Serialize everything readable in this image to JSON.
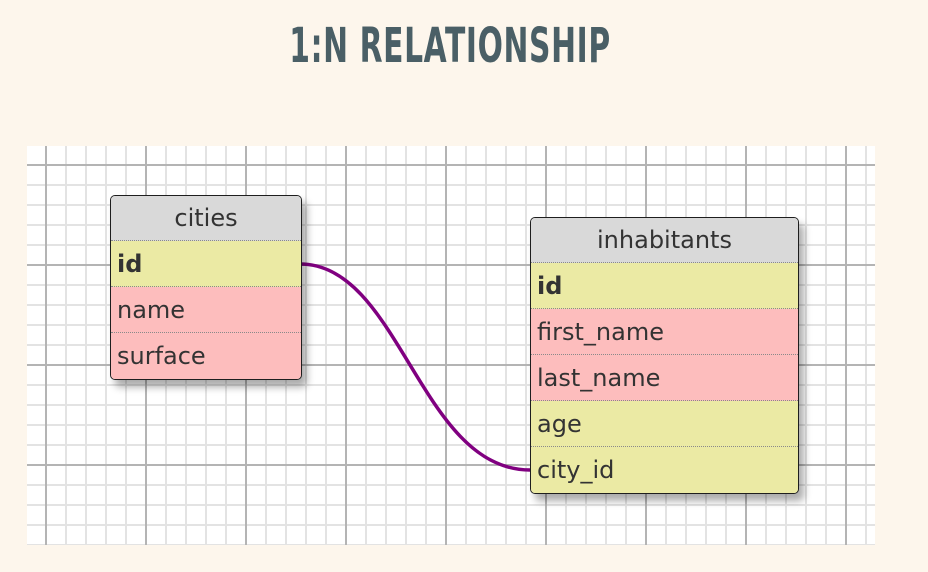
{
  "title": "1:N RELATIONSHIP",
  "colors": {
    "background": "#fdf6ec",
    "title": "#4a5f66",
    "relation_line": "#800080",
    "field_yellow": "#ebeaa4",
    "field_pink": "#fdbdbd",
    "table_header": "#d9d9d9"
  },
  "tables": [
    {
      "name": "cities",
      "fields": [
        {
          "name": "id",
          "primary_key": true,
          "color": "yellow"
        },
        {
          "name": "name",
          "primary_key": false,
          "color": "pink"
        },
        {
          "name": "surface",
          "primary_key": false,
          "color": "pink"
        }
      ]
    },
    {
      "name": "inhabitants",
      "fields": [
        {
          "name": "id",
          "primary_key": true,
          "color": "yellow"
        },
        {
          "name": "first_name",
          "primary_key": false,
          "color": "pink"
        },
        {
          "name": "last_name",
          "primary_key": false,
          "color": "pink"
        },
        {
          "name": "age",
          "primary_key": false,
          "color": "yellow"
        },
        {
          "name": "city_id",
          "primary_key": false,
          "color": "yellow"
        }
      ]
    }
  ],
  "relations": [
    {
      "from_table": "cities",
      "from_field": "id",
      "to_table": "inhabitants",
      "to_field": "city_id",
      "cardinality": "1:N"
    }
  ]
}
